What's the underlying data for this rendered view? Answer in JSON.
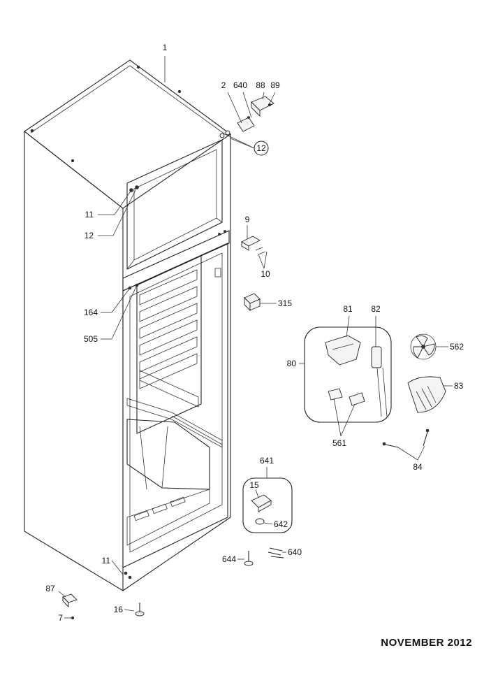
{
  "labels": {
    "p1": "1",
    "p2": "2",
    "p640_top": "640",
    "p88": "88",
    "p89": "89",
    "p12_circled": "12",
    "p11_upper": "11",
    "p12_left": "12",
    "p9": "9",
    "p10": "10",
    "p164": "164",
    "p505": "505",
    "p315": "315",
    "p81": "81",
    "p82": "82",
    "p80": "80",
    "p562": "562",
    "p83": "83",
    "p561": "561",
    "p84": "84",
    "p641": "641",
    "p15": "15",
    "p642": "642",
    "p644": "644",
    "p640_bottom": "640",
    "p11_lower": "11",
    "p87": "87",
    "p7": "7",
    "p16": "16"
  },
  "footer": {
    "date": "NOVEMBER  2012"
  }
}
